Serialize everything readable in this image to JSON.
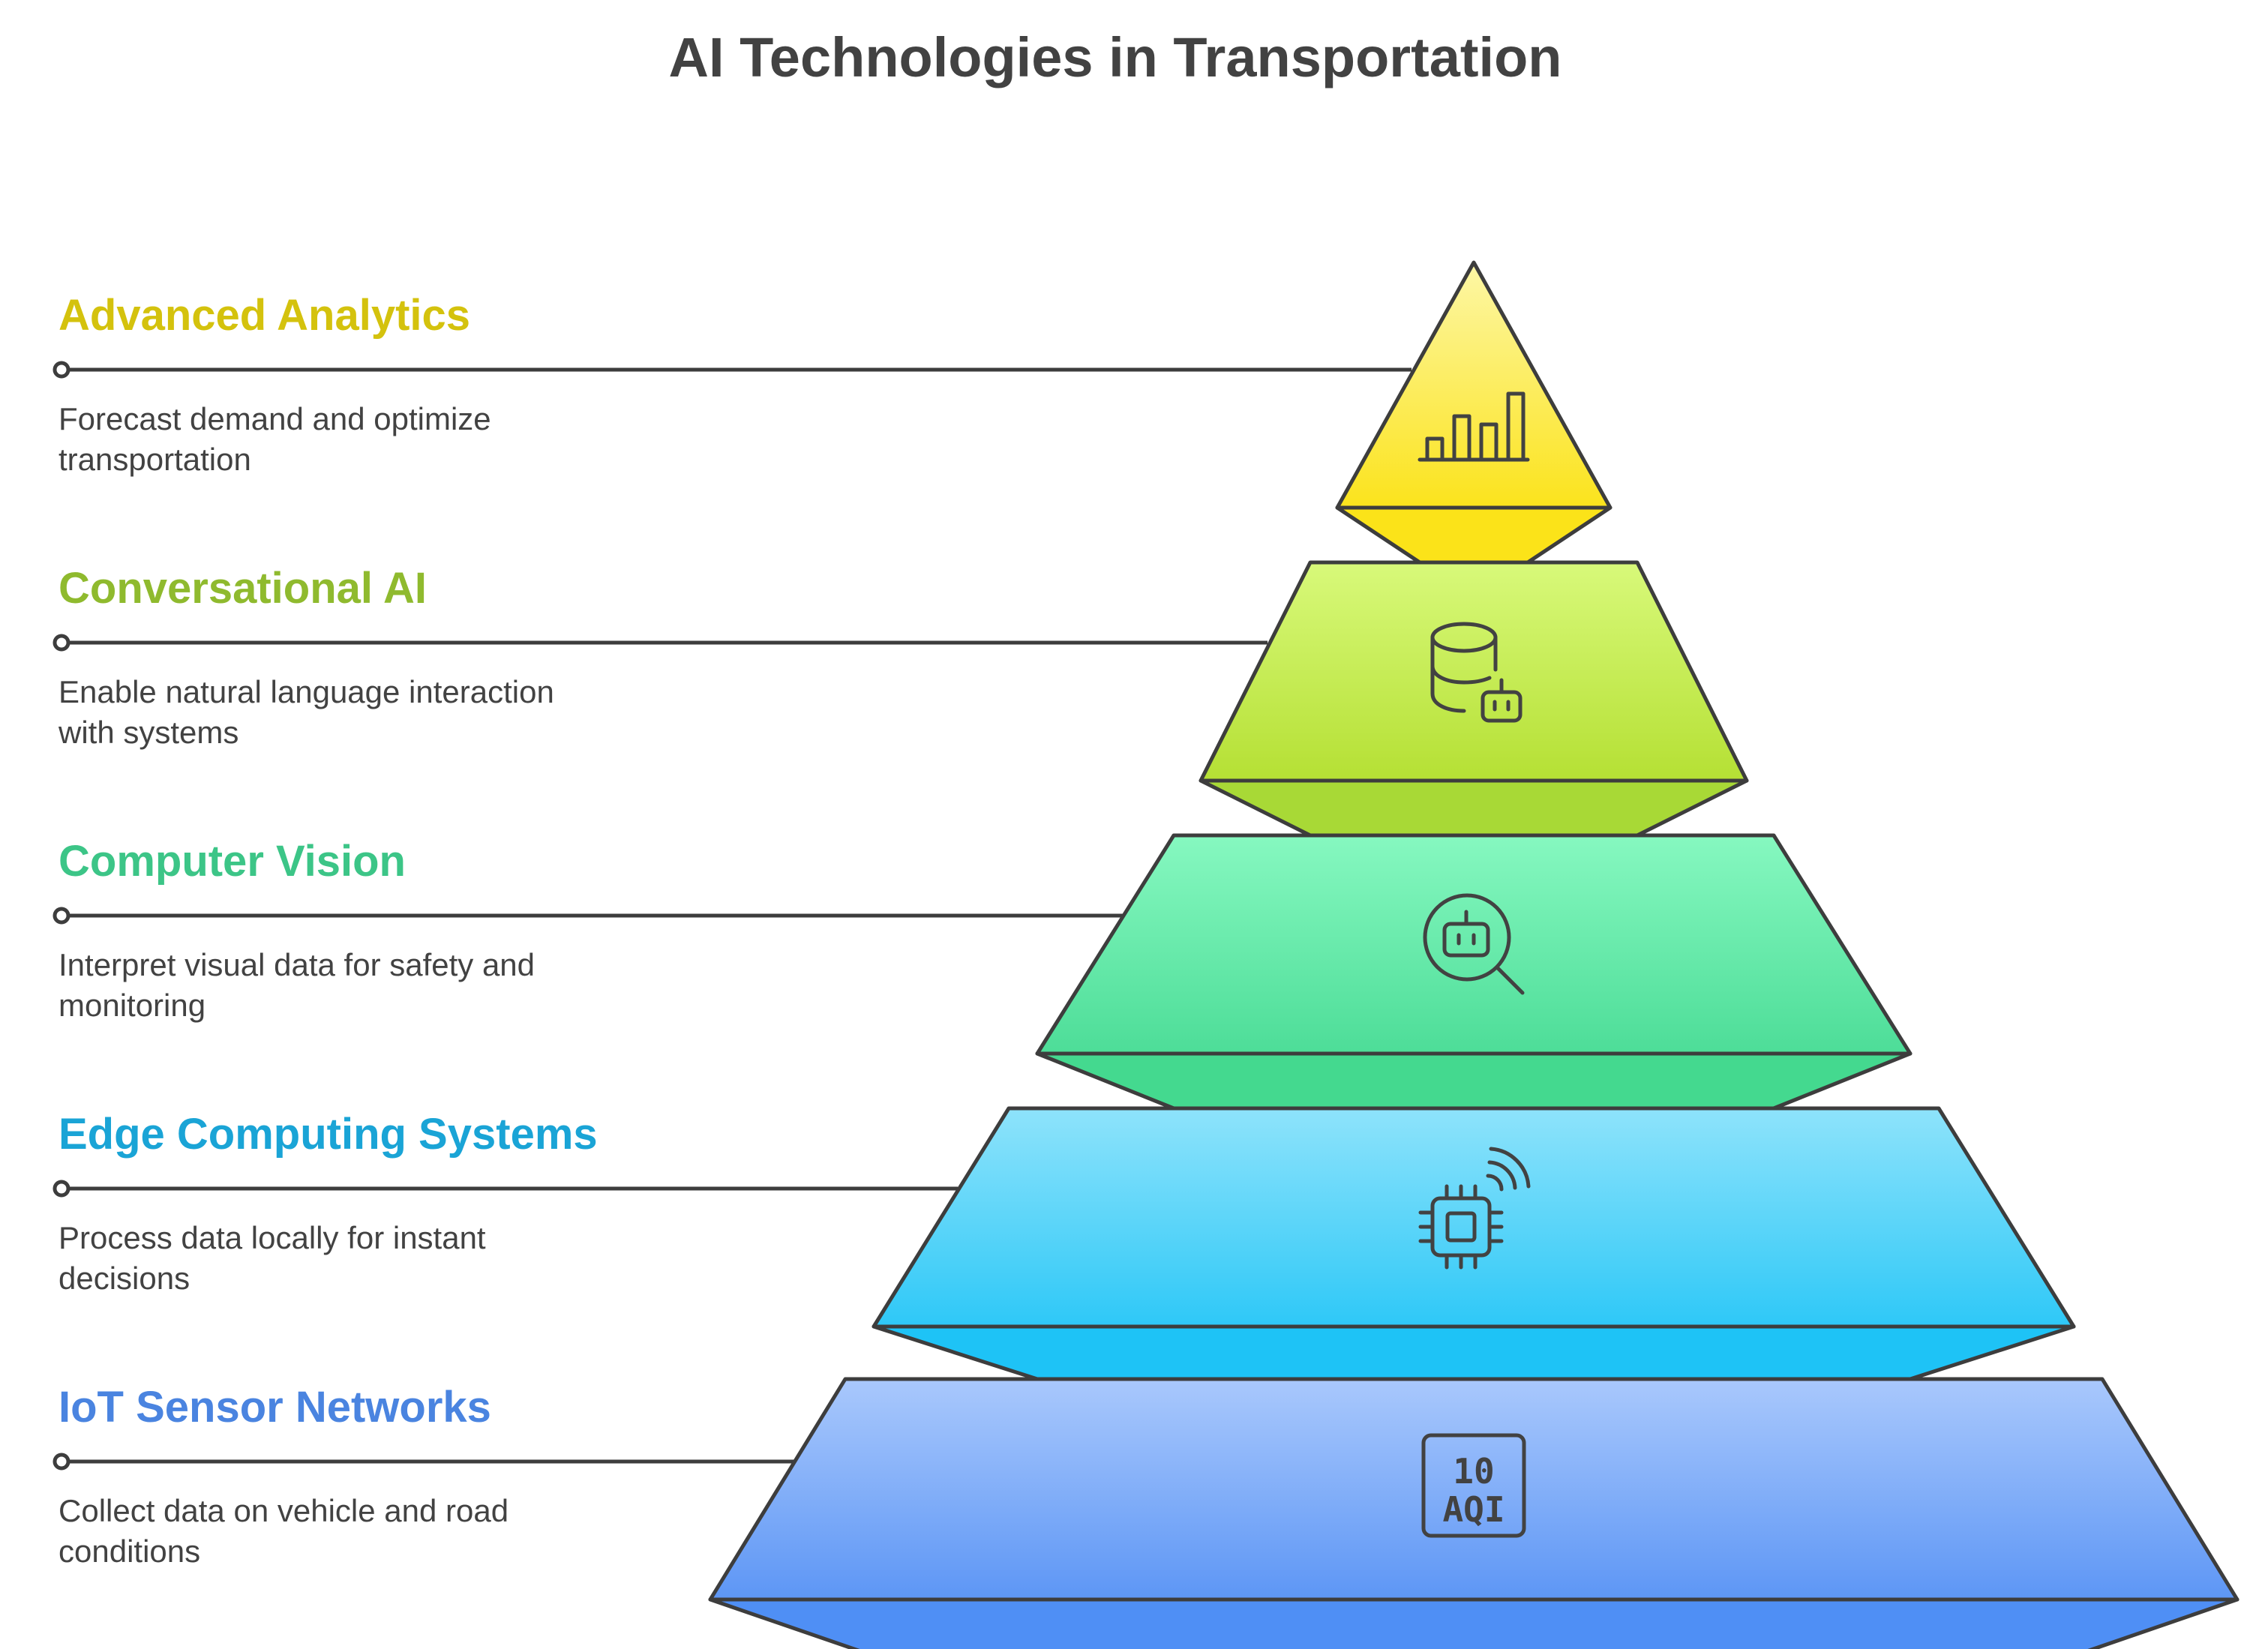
{
  "title": "AI Technologies in Transportation",
  "levels": [
    {
      "title": "Advanced Analytics",
      "desc_lines": [
        "Forecast demand and optimize",
        "transportation"
      ],
      "color": "#d4c20d",
      "icon": "bar-chart-icon"
    },
    {
      "title": "Conversational AI",
      "desc_lines": [
        "Enable natural language interaction",
        "with systems"
      ],
      "color": "#8fba2e",
      "icon": "database-bot-icon"
    },
    {
      "title": "Computer Vision",
      "desc_lines": [
        "Interpret visual data for safety and",
        "monitoring"
      ],
      "color": "#3cc587",
      "icon": "robot-search-icon"
    },
    {
      "title": "Edge Computing Systems",
      "desc_lines": [
        "Process data locally for instant",
        "decisions"
      ],
      "color": "#1aa4d6",
      "icon": "chip-wireless-icon"
    },
    {
      "title": "IoT Sensor Networks",
      "desc_lines": [
        "Collect data on vehicle and road",
        "conditions"
      ],
      "color": "#4a84e0",
      "icon": "aqi-sensor-icon"
    }
  ],
  "aqi_icon": {
    "value": "10",
    "label": "AQI"
  }
}
